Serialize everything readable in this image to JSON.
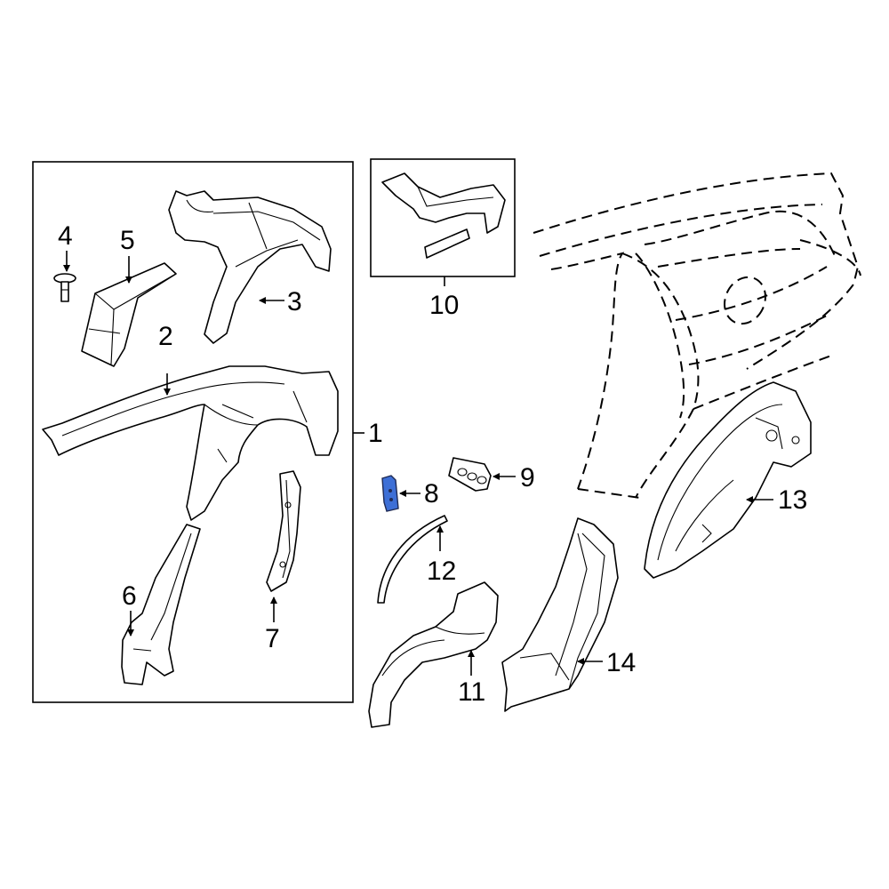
{
  "highlight_color": "#3d6fd6",
  "callouts": {
    "c1": "1",
    "c2": "2",
    "c3": "3",
    "c4": "4",
    "c5": "5",
    "c6": "6",
    "c7": "7",
    "c8": "8",
    "c9": "9",
    "c10": "10",
    "c11": "11",
    "c12": "12",
    "c13": "13",
    "c14": "14"
  }
}
